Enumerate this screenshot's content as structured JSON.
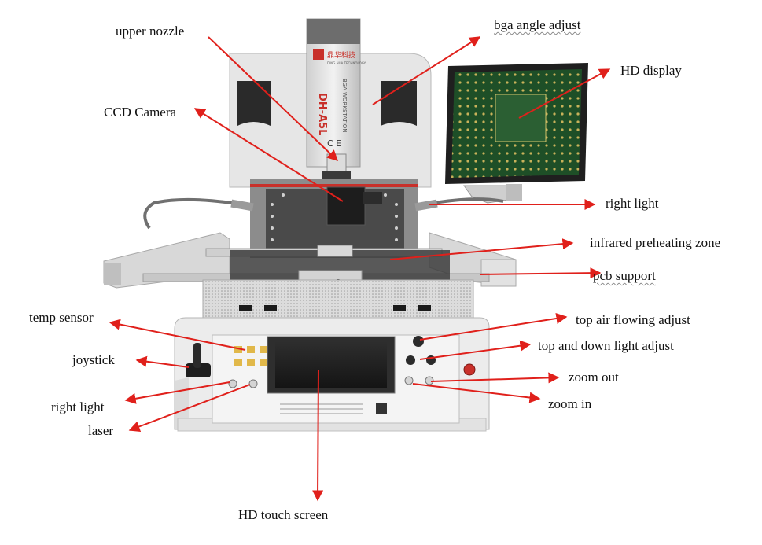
{
  "machine": {
    "brand_cn": "鼎华科技",
    "brand_en": "DING HUA TECHNOLOGY",
    "model": "DH-A5L",
    "workstation": "BGA WORKSTATION",
    "ce_mark": "C E"
  },
  "labels": {
    "upper_nozzle": "upper nozzle",
    "bga_angle_adjust": "bga angle adjust",
    "hd_display": "HD display",
    "ccd_camera": "CCD Camera",
    "right_light_top": "right light",
    "infrared_preheating_zone": "infrared preheating zone",
    "pcb_support": "pcb support",
    "temp_sensor": "temp sensor",
    "top_air_flowing_adjust": "top air flowing adjust",
    "joystick": "joystick",
    "top_and_down_light_adjust": "top and down light adjust",
    "zoom_out": "zoom out",
    "right_light_bottom": "right light",
    "zoom_in": "zoom in",
    "laser": "laser",
    "hd_touch_screen": "HD touch screen"
  },
  "colors": {
    "arrow": "#e0201b",
    "body_white": "#ececec",
    "frame_grey": "#bfbfbf",
    "panel_dark": "#3a3a3a",
    "screen_black": "#1c1c1c",
    "display_green": "#1f5a2a",
    "accent_red": "#c8302a"
  }
}
